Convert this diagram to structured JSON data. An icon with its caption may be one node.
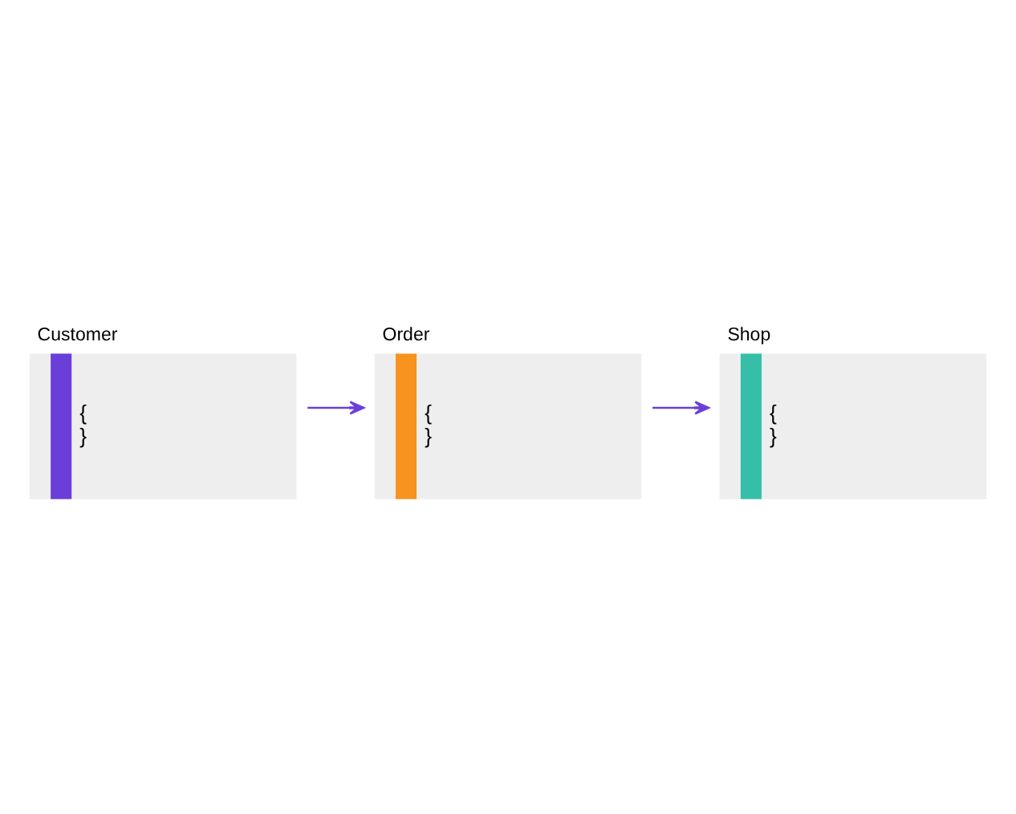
{
  "diagram": {
    "nodes": [
      {
        "text": [
          "Customer",
          "{",
          "}"
        ]
      },
      {
        "text": [
          "Shop",
          "{",
          "}"
        ]
      },
      {
        "text": [
          "Order",
          "{",
          "}"
        ]
      }
    ],
    "edges": [
      {
        "from": 0,
        "to": 2,
        "arrow": "to",
        "color": "#6a3fd9"
      },
      {
        "from": 2,
        "to": 1,
        "arrow": "to",
        "color": "#6a3fd9"
      }
    ]
  }
}
